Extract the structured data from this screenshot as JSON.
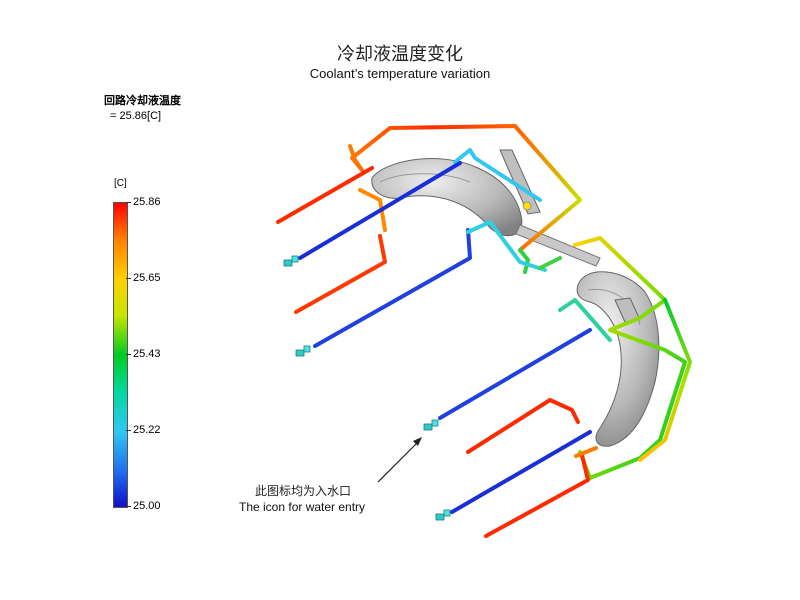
{
  "title": {
    "cn": "冷却液温度变化",
    "en": "Coolant’s temperature variation"
  },
  "result": {
    "label": "回路冷却液温度",
    "value": "= 25.86[C]"
  },
  "legend": {
    "unit": "[C]",
    "ticks": [
      "25.86",
      "25.65",
      "25.43",
      "25.22",
      "25.00"
    ],
    "colors": {
      "max": "#ff0000",
      "mid": "#00cc22",
      "min": "#1010c8"
    }
  },
  "annotation": {
    "cn": "此图标均为入水口",
    "en": "The icon for water entry"
  },
  "icons": {
    "water_inlet": "water-inlet-icon"
  }
}
